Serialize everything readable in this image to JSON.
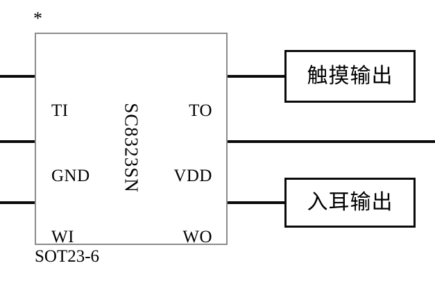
{
  "diagram": {
    "marker": "*",
    "package": "SOT23-6",
    "part_name": "SC8323SN",
    "ic": {
      "pins_left": [
        {
          "name": "TI",
          "label": "TI"
        },
        {
          "name": "GND",
          "label": "GND"
        },
        {
          "name": "WI",
          "label": "WI"
        }
      ],
      "pins_right": [
        {
          "name": "TO",
          "label": "TO"
        },
        {
          "name": "VDD",
          "label": "VDD"
        },
        {
          "name": "WO",
          "label": "WO"
        }
      ]
    },
    "blocks": [
      {
        "name": "touch-output",
        "label": "触摸输出"
      },
      {
        "name": "ear-output",
        "label": "入耳输出"
      }
    ],
    "colors": {
      "wire": "#0a0a0a",
      "ic_border": "#8a8a8a",
      "block_border": "#0a0a0a",
      "background": "#ffffff",
      "text": "#000000"
    }
  }
}
